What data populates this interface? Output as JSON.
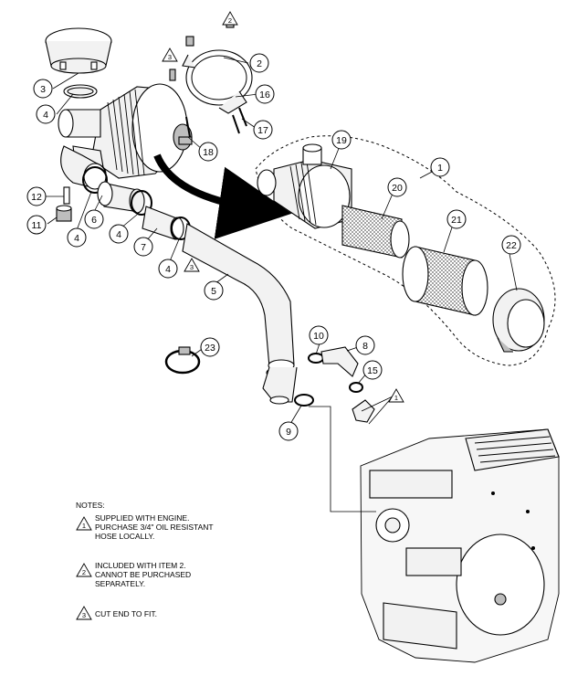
{
  "callouts": {
    "c1": "1",
    "c2": "2",
    "c3": "3",
    "c4a": "4",
    "c4b": "4",
    "c4c": "4",
    "c4d": "4",
    "c5": "5",
    "c6": "6",
    "c7": "7",
    "c8": "8",
    "c9": "9",
    "c10": "10",
    "c11": "11",
    "c12": "12",
    "c15": "15",
    "c16": "16",
    "c17": "17",
    "c18": "18",
    "c19": "19",
    "c20": "20",
    "c21": "21",
    "c22": "22",
    "c23": "23"
  },
  "note_markers": {
    "m1": "1",
    "m2": "2",
    "m3": "3",
    "m3b": "3",
    "m3c": "3"
  },
  "notes": {
    "heading": "NOTES:",
    "n1_line1": "SUPPLIED WITH ENGINE.",
    "n1_line2": "PURCHASE 3/4\" OIL RESISTANT",
    "n1_line3": "HOSE LOCALLY.",
    "n2_line1": "INCLUDED WITH ITEM 2.",
    "n2_line2": "CANNOT BE PURCHASED",
    "n2_line3": "SEPARATELY.",
    "n3_line1": "CUT END TO FIT.",
    "n1_num": "1",
    "n2_num": "2",
    "n3_num": "3"
  }
}
